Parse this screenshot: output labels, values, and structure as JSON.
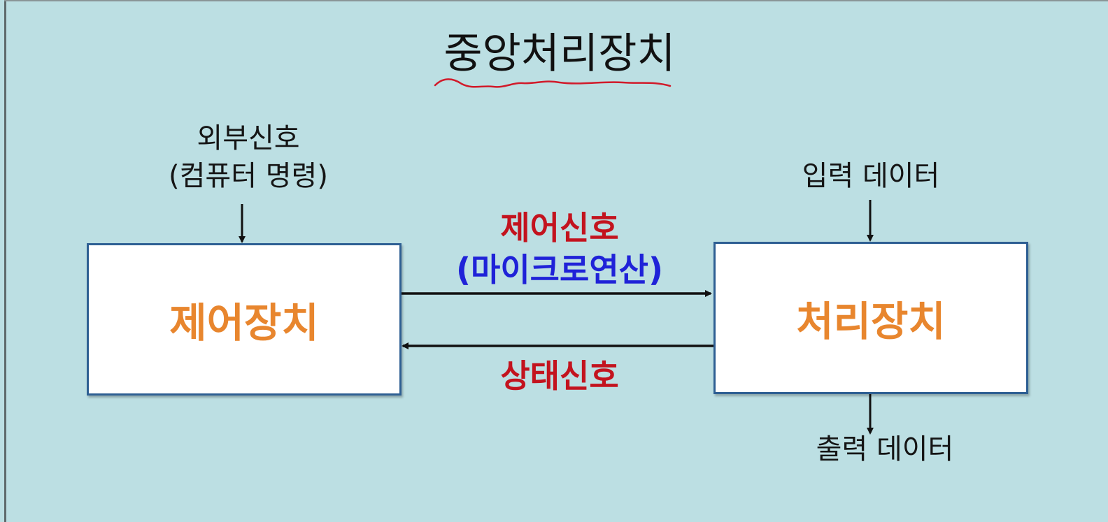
{
  "title": "중앙처리장치",
  "labels": {
    "external_signal": "외부신호",
    "external_signal_sub": "(컴퓨터 명령)",
    "input_data": "입력 데이터",
    "output_data": "출력 데이터",
    "control_signal": "제어신호",
    "micro_operation": "(마이크로연산)",
    "status_signal": "상태신호"
  },
  "boxes": {
    "control_unit": "제어장치",
    "processing_unit": "처리장치"
  },
  "colors": {
    "background": "#bcdfe3",
    "box_border": "#2e5f93",
    "box_label": "#e8862e",
    "control_signal": "#c3131e",
    "micro_operation": "#1f22d8",
    "status_signal": "#c3131e",
    "underline": "#d11a2a",
    "arrow": "#111111"
  }
}
